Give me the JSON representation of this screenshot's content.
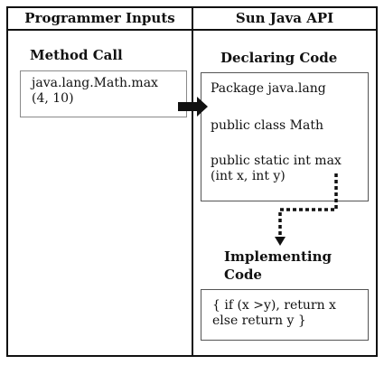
{
  "headers": {
    "left": "Programmer Inputs",
    "right": "Sun Java API"
  },
  "method_call": {
    "label": "Method Call",
    "code": "java.lang.Math.max\n(4, 10)"
  },
  "declaring": {
    "label": "Declaring Code",
    "lines": [
      "Package java.lang",
      "public class Math",
      "public static int max\n(int x, int y)"
    ]
  },
  "implementing": {
    "label": "Implementing\nCode",
    "code": "{ if (x >y), return x\n  else return y }"
  }
}
